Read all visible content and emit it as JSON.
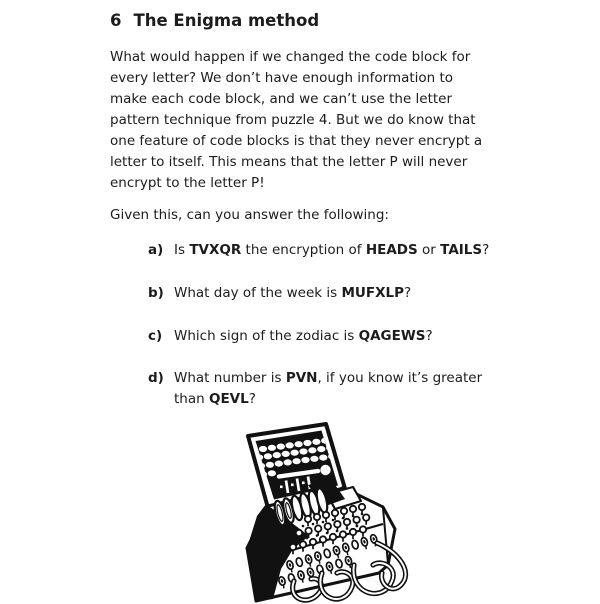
{
  "page": {
    "number": "6",
    "title": "The Enigma method",
    "intro": "What would happen if we changed the code block for\nevery letter? We don’t have enough information to\nmake each code block, and we can’t use the letter\npattern technique from puzzle 4. But we do know that\none feature of code blocks is that they never encrypt a\nletter to itself. This means that the letter P will never\nencrypt to the letter P!",
    "prompt": "Given this, can you answer the following:",
    "questions": [
      {
        "label": "a)",
        "segments": [
          {
            "text": "Is "
          },
          {
            "text": "TVXQR",
            "bold": true
          },
          {
            "text": " the encryption of "
          },
          {
            "text": "HEADS",
            "bold": true
          },
          {
            "text": " or "
          },
          {
            "text": "TAILS",
            "bold": true
          },
          {
            "text": "?"
          }
        ]
      },
      {
        "label": "b)",
        "segments": [
          {
            "text": "What day of the week is "
          },
          {
            "text": "MUFXLP",
            "bold": true
          },
          {
            "text": "?"
          }
        ]
      },
      {
        "label": "c)",
        "segments": [
          {
            "text": "Which sign of the zodiac is "
          },
          {
            "text": "QAGEWS",
            "bold": true
          },
          {
            "text": "?"
          }
        ]
      },
      {
        "label": "d)",
        "segments": [
          {
            "text": "What number is "
          },
          {
            "text": "PVN",
            "bold": true
          },
          {
            "text": ", if you know it’s greater\nthan "
          },
          {
            "text": "QEVL",
            "bold": true
          },
          {
            "text": "?"
          }
        ]
      }
    ],
    "illustration": {
      "name": "enigma-machine",
      "ink": "#111111",
      "paper": "#ffffff"
    }
  }
}
